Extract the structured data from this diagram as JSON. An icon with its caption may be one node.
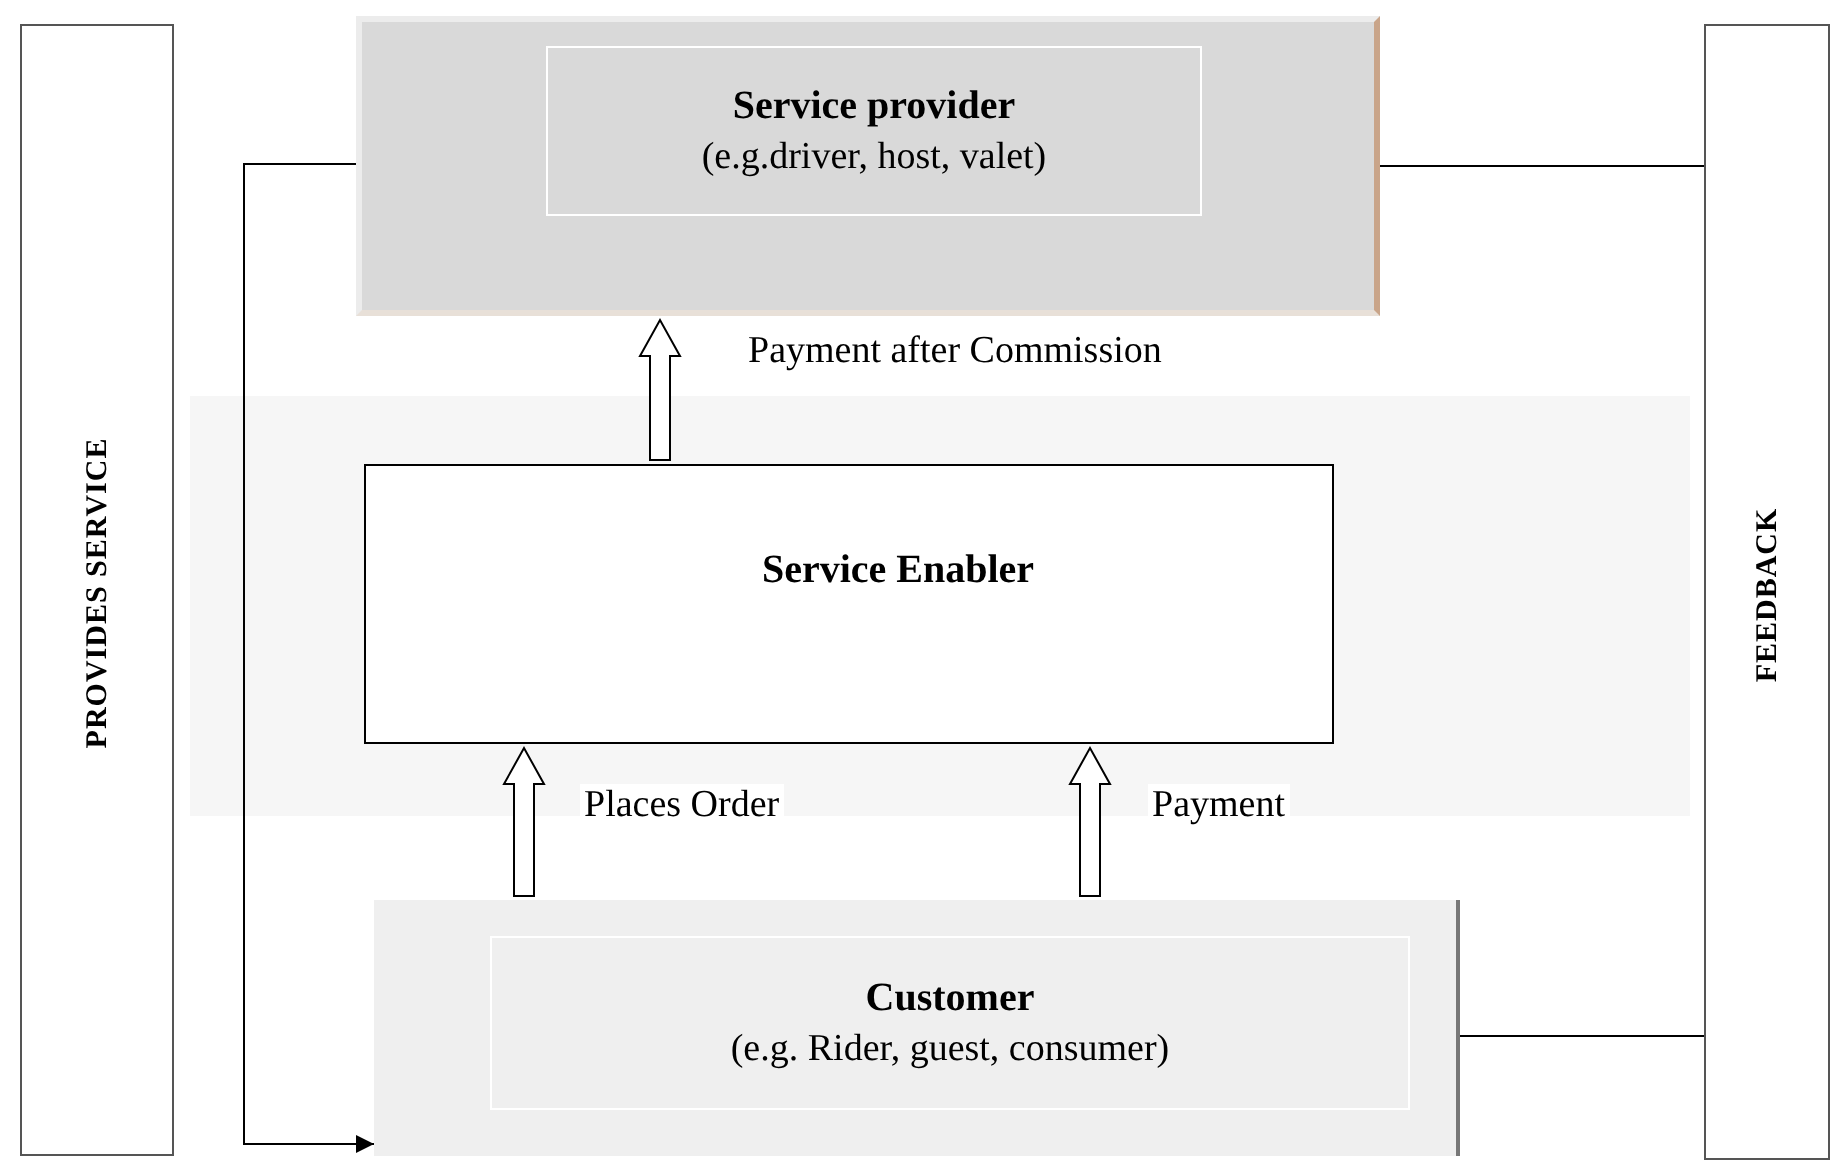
{
  "diagram": {
    "nodes": [
      {
        "text": [
          "PROVIDES SERVICE"
        ]
      },
      {
        "text": [
          "Service provider",
          "(e.g.driver, host, valet)"
        ]
      },
      {
        "text": [
          "Service Enabler"
        ]
      },
      {
        "text": [
          "Customer",
          "(e.g. Rider, guest, consumer)"
        ]
      },
      {
        "text": [
          "FEEDBACK"
        ]
      }
    ],
    "edges": [
      {
        "from": 2,
        "to": 1,
        "arrow": "to",
        "label": "Payment after Commission"
      },
      {
        "from": 3,
        "to": 2,
        "arrow": "to",
        "label": "Places Order"
      },
      {
        "from": 3,
        "to": 2,
        "arrow": "to",
        "label": "Payment"
      },
      {
        "from": 1,
        "to": 3,
        "arrow": "to"
      },
      {
        "from": 1,
        "to": 4,
        "arrow": "none"
      },
      {
        "from": 3,
        "to": 4,
        "arrow": "none"
      }
    ]
  }
}
